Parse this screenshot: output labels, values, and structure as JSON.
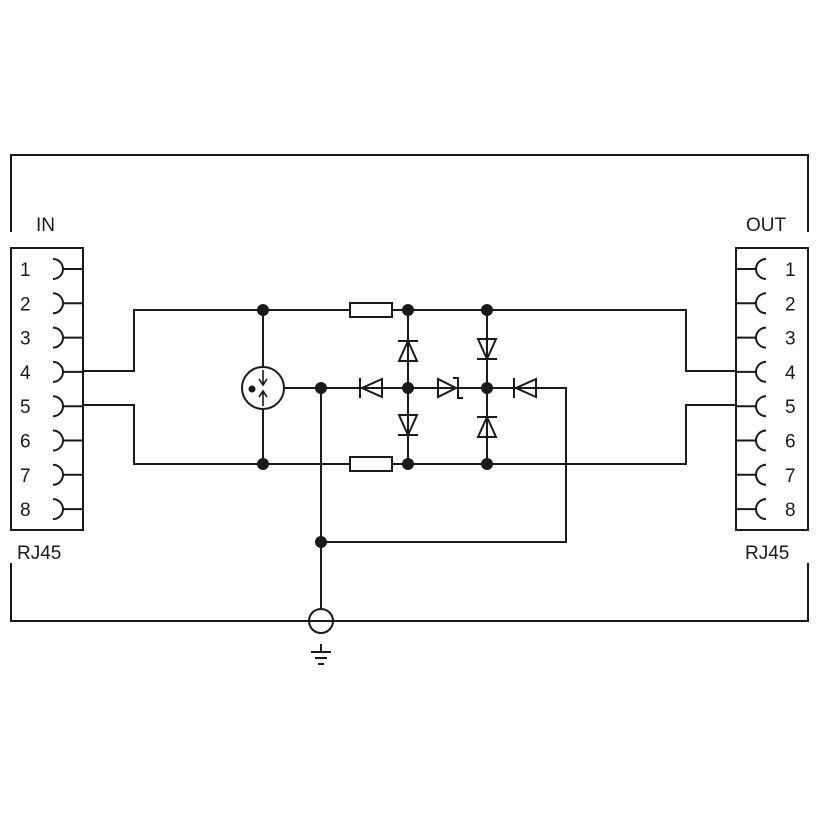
{
  "input": {
    "label": "IN",
    "connector_type": "RJ45",
    "pins": [
      "1",
      "2",
      "3",
      "4",
      "5",
      "6",
      "7",
      "8"
    ]
  },
  "output": {
    "label": "OUT",
    "connector_type": "RJ45",
    "pins": [
      "1",
      "2",
      "3",
      "4",
      "5",
      "6",
      "7",
      "8"
    ]
  }
}
